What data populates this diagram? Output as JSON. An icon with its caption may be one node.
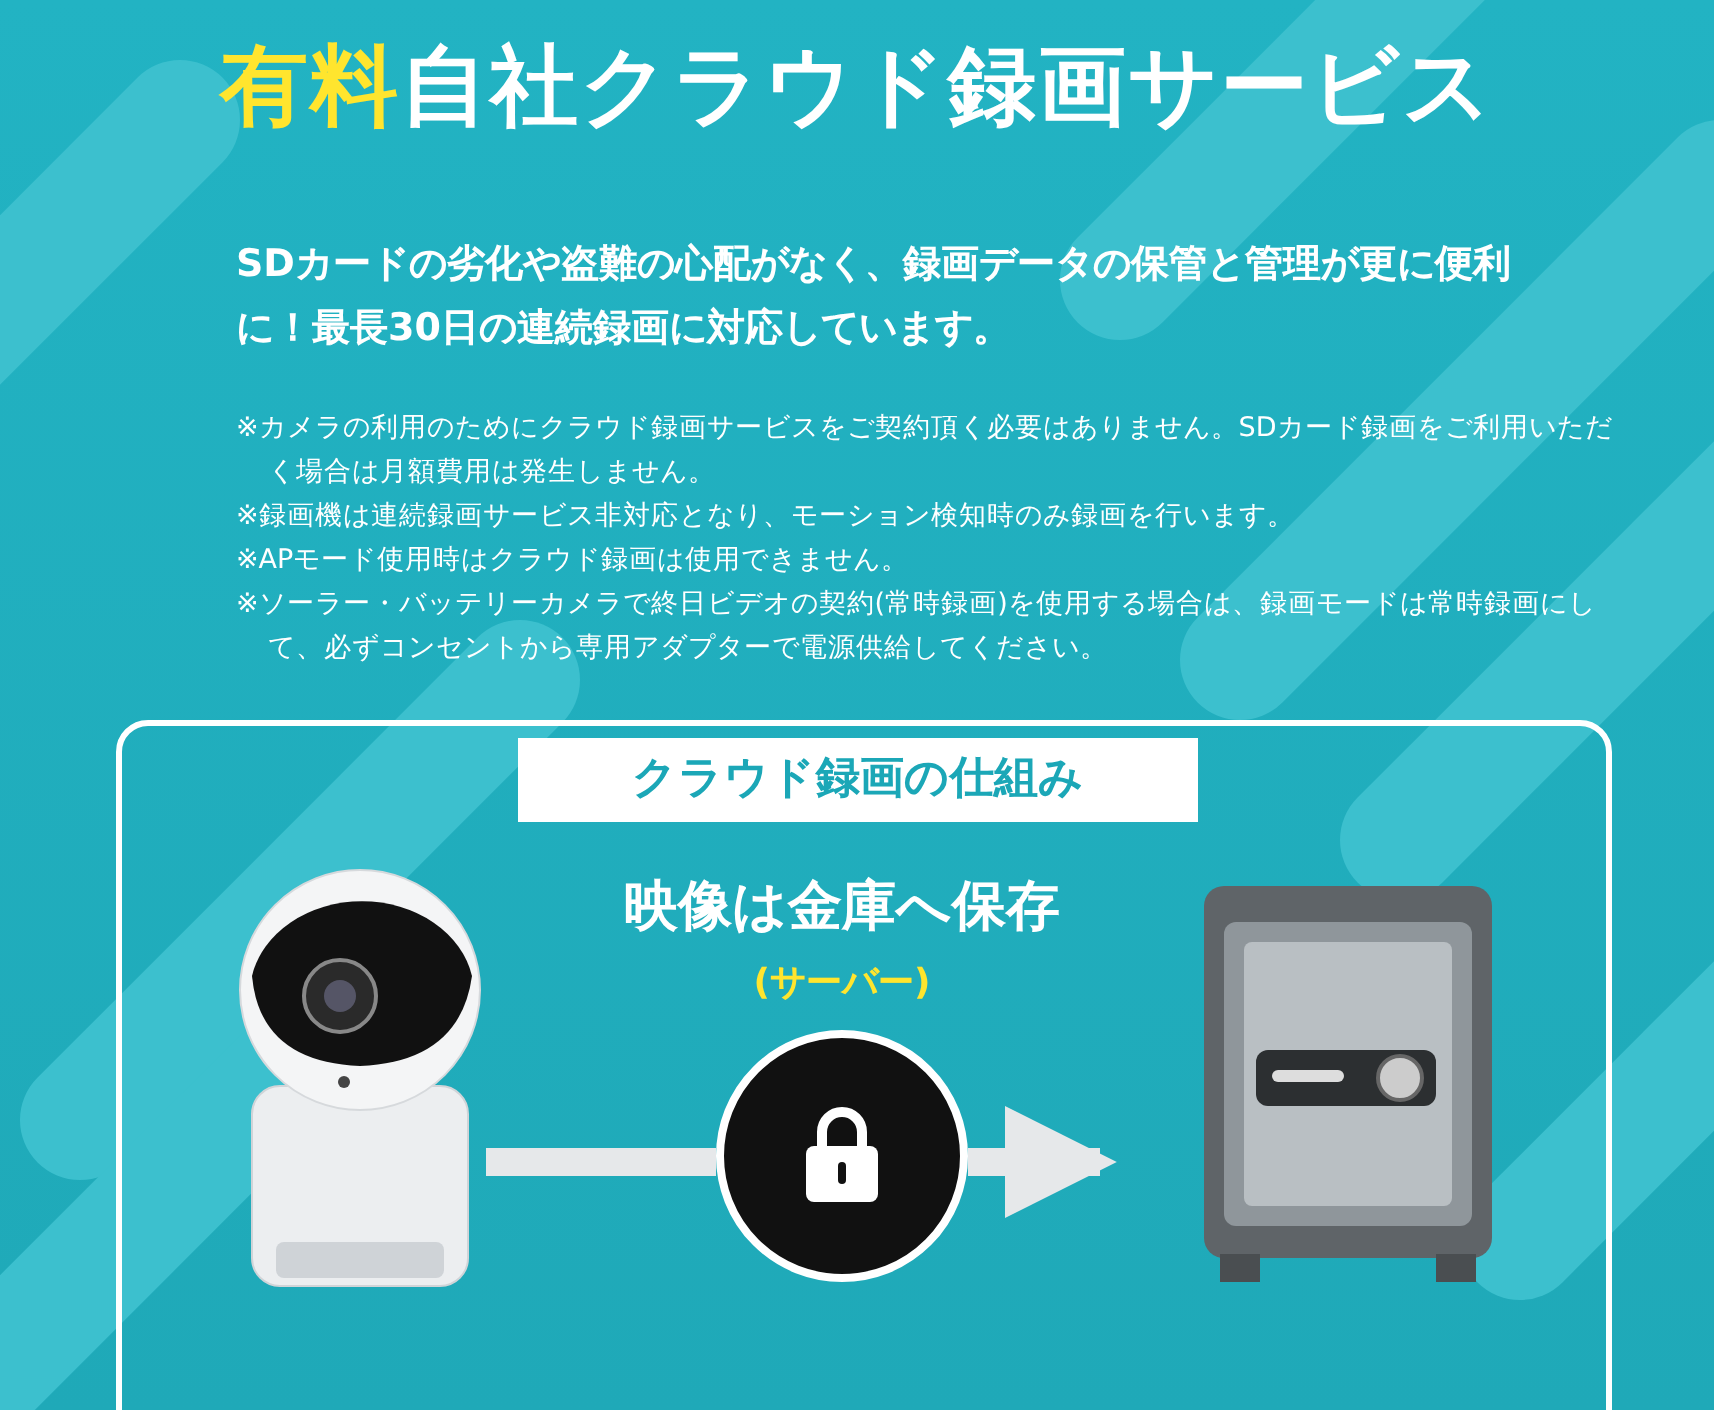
{
  "diagram": {
    "title": "**有料**自社クラウド録画サービス",
    "nodes": [
      {
        "text": [
          "クラウド録画の仕組み"
        ]
      },
      {
        "text": [],
        "shape": "picture",
        "in": 0
      },
      {
        "text": [],
        "shape": "circle",
        "in": 0
      },
      {
        "text": [],
        "shape": "picture",
        "in": 0
      }
    ],
    "edges": [
      {
        "from": 1,
        "to": 2,
        "arrow": "none"
      },
      {
        "from": 2,
        "to": 3,
        "arrow": "to"
      }
    ],
    "labels": [
      "SDカードの劣化や盗難の心配がなく、録画データの保管と管理が更に便利に！最長30日の連続録画に対応しています。",
      "※カメラの利用のためにクラウド録画サービスをご契約頂く必要はありません。SDカード録画をご利用いただく場合は月額費用は発生しません。",
      "※録画機は連続録画サービス非対応となり、モーション検知時のみ録画を行います。",
      "※APモード使用時はクラウド録画は使用できません。",
      "※ソーラー・バッテリーカメラで終日ビデオの契約(常時録画)を使用する場合は、録画モードは常時録画にして、必ずコンセントから専用アダプターで電源供給してください。",
      "映像は金庫へ保存",
      "(サーバー)"
    ]
  }
}
